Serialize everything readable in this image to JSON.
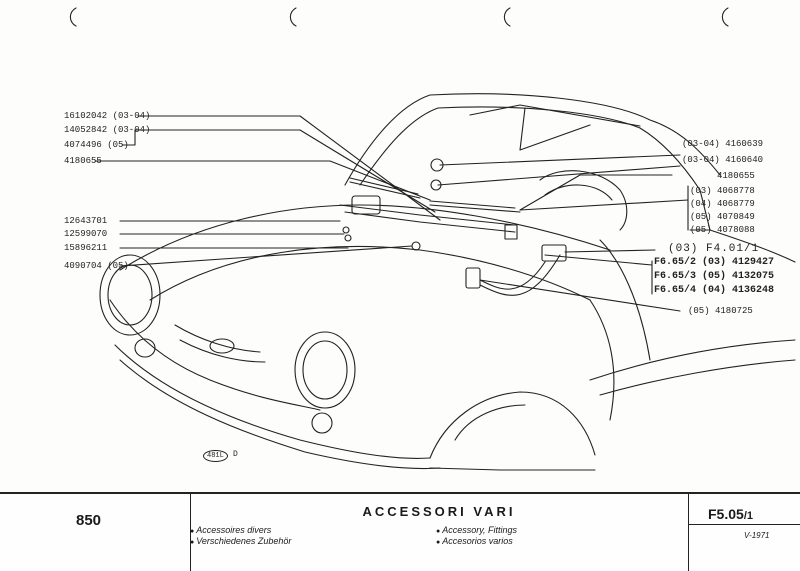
{
  "drawing": {
    "labels_left": [
      "16102042 (03-04)",
      "14052842 (03-04)",
      "4074496 (05)",
      "4180655",
      "12643701",
      "12599070",
      "15896211",
      "4090704 (05)"
    ],
    "labels_right": [
      "(03-04) 4160639",
      "(03-04) 4160640",
      "4180655",
      "(03) 4068778",
      "(04) 4068779",
      "(05) 4070849",
      "(05) 4078088",
      "(03)  F4.01/1",
      "F6.65/2 (03) 4129427",
      "F6.65/3 (05) 4132075",
      "F6.65/4 (04) 4136248",
      "(05) 4180725"
    ],
    "stamp": "481L",
    "stamp_suffix": "D"
  },
  "footer": {
    "model": "850",
    "title": "ACCESSORI VARI",
    "items": [
      "Accessoires divers",
      "Verschiedenes Zubehör",
      "Accessory, Fittings",
      "Accesorios varios"
    ],
    "code": "F5.05",
    "code_suffix": "/1",
    "date": "V-1971"
  }
}
